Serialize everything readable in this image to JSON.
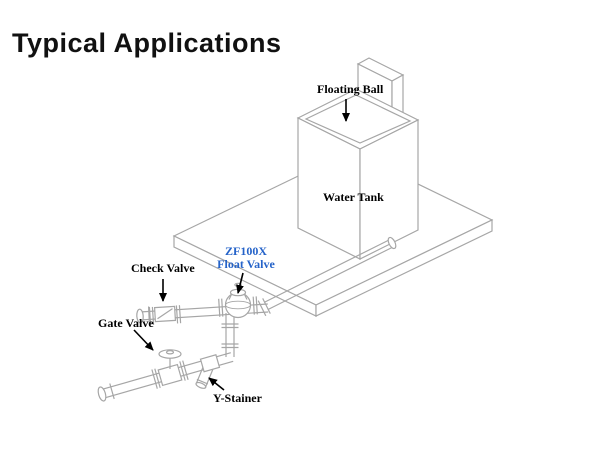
{
  "title": {
    "text": "Typical Applications"
  },
  "labels": {
    "floating_ball": "Floating Ball",
    "water_tank": "Water Tank",
    "float_valve_line1": "ZF100X",
    "float_valve_line2": "Float Valve",
    "check_valve": "Check Valve",
    "gate_valve": "Gate Valve",
    "y_strainer": "Y-Stainer"
  },
  "colors": {
    "background": "#ffffff",
    "title": "#111111",
    "label": "#000000",
    "accent_blue": "#2563c9",
    "line": "#a6a6a6"
  }
}
